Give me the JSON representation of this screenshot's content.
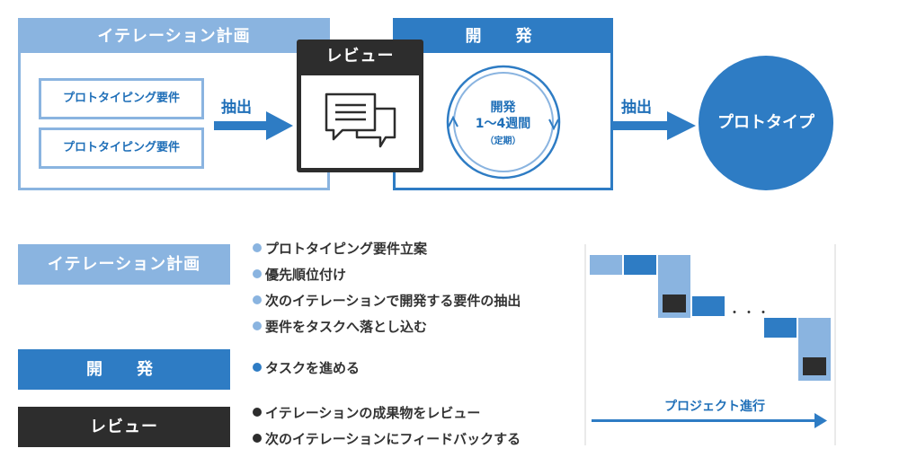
{
  "flow": {
    "planning_panel": {
      "title": "イテレーション計画",
      "requirements": [
        "プロトタイピング要件",
        "プロトタイピング要件"
      ]
    },
    "extract_arrow_1": "抽出",
    "review_panel": {
      "title": "レビュー",
      "icon": "speech-bubbles-icon"
    },
    "dev_panel": {
      "title": "開　発",
      "cycle_title": "開発",
      "cycle_period": "1〜4週間",
      "cycle_note": "（定期）",
      "icon": "cycle-arrows-icon"
    },
    "extract_arrow_2": "抽出",
    "prototype": "プロトタイプ"
  },
  "phases": [
    {
      "label": "イテレーション計画",
      "color": "#8ab4e0",
      "items": [
        "プロトタイピング要件立案",
        "優先順位付け",
        "次のイテレーションで開発する要件の抽出",
        "要件をタスクへ落とし込む"
      ]
    },
    {
      "label": "開　発",
      "color": "#2e7cc4",
      "items": [
        "タスクを進める"
      ]
    },
    {
      "label": "レビュー",
      "color": "#2d2d2d",
      "items": [
        "イテレーションの成果物をレビュー",
        "次のイテレーションにフィードバックする"
      ]
    }
  ],
  "progress_chart": {
    "ellipsis": "・・・",
    "axis_label": "プロジェクト進行"
  },
  "colors": {
    "plan": "#8ab4e0",
    "dev": "#2e7cc4",
    "review": "#2d2d2d",
    "text_accent": "#1f6fb8"
  }
}
